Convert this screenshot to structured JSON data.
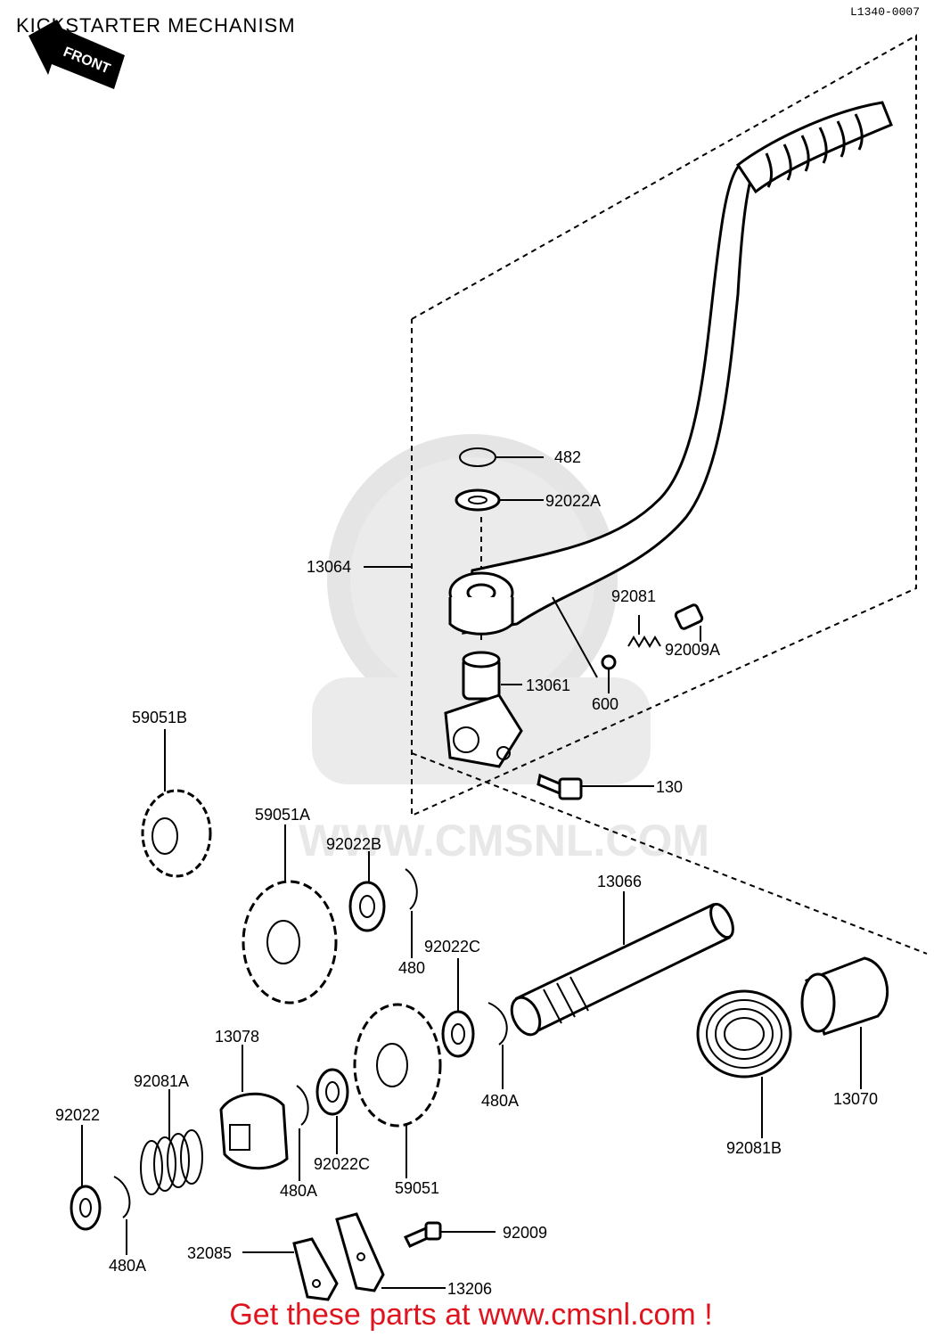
{
  "diagram": {
    "title": "KICKSTARTER MECHANISM",
    "ref_code": "L1340-0007",
    "front_label": "FRONT",
    "watermark": "WWW.CMSNL.COM",
    "footer": "Get these parts at www.cmsnl.com !",
    "footer_color": "#e0141e"
  },
  "part_labels": {
    "p482": "482",
    "p92022A": "92022A",
    "p13064": "13064",
    "p92081": "92081",
    "p92009A": "92009A",
    "p13061": "13061",
    "p600": "600",
    "p130": "130",
    "p59051B": "59051B",
    "p59051A": "59051A",
    "p92022B": "92022B",
    "p480": "480",
    "p13066": "13066",
    "p92022C_a": "92022C",
    "p480A_a": "480A",
    "p13078": "13078",
    "p92081A": "92081A",
    "p13070": "13070",
    "p92022": "92022",
    "p92022C_b": "92022C",
    "p59051": "59051",
    "p480A_b": "480A",
    "p92081B": "92081B",
    "p480A_c": "480A",
    "p92009": "92009",
    "p32085": "32085",
    "p13206": "13206"
  }
}
